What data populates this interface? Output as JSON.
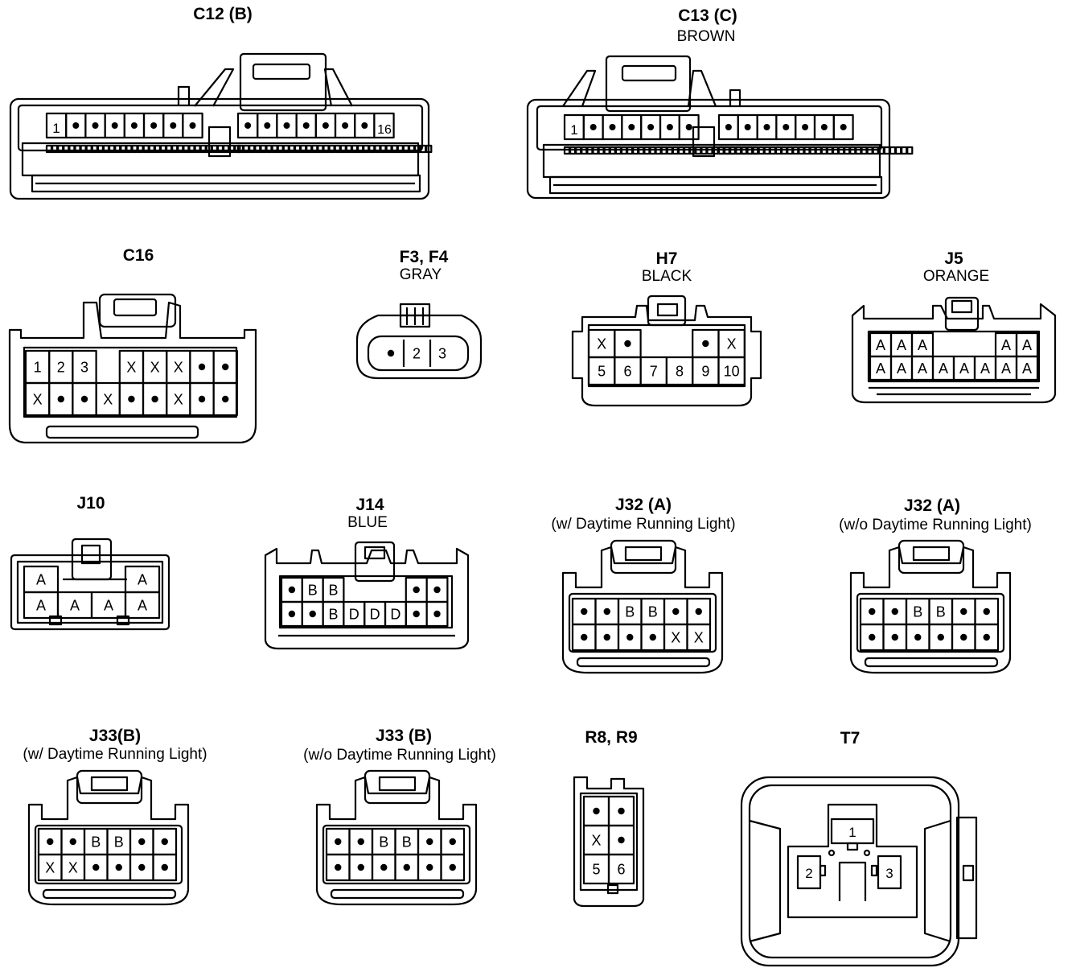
{
  "connectors": {
    "c12": {
      "title": "C12 (B)",
      "pin_first": "1",
      "pin_last": "16"
    },
    "c13": {
      "title": "C13 (C)",
      "color": "BROWN",
      "pin_first": "1"
    },
    "c16": {
      "title": "C16",
      "row1": [
        "1",
        "2",
        "3",
        "",
        "X",
        "X",
        "X",
        "•",
        "•"
      ],
      "row2": [
        "X",
        "•",
        "•",
        "X",
        "•",
        "•",
        "X",
        "•",
        "•"
      ]
    },
    "f3f4": {
      "title": "F3, F4",
      "color": "GRAY",
      "pins": [
        "•",
        "2",
        "3"
      ]
    },
    "h7": {
      "title": "H7",
      "color": "BLACK",
      "row1": [
        "X",
        "•",
        "",
        "",
        "•",
        "X"
      ],
      "row2": [
        "5",
        "6",
        "7",
        "8",
        "9",
        "10"
      ]
    },
    "j5": {
      "title": "J5",
      "color": "ORANGE",
      "row1": [
        "A",
        "A",
        "A",
        "",
        "",
        "",
        "A",
        "A"
      ],
      "row2": [
        "A",
        "A",
        "A",
        "A",
        "A",
        "A",
        "A",
        "A"
      ]
    },
    "j10": {
      "title": "J10",
      "row1": [
        "A",
        "",
        "",
        "A"
      ],
      "row2": [
        "A",
        "A",
        "A",
        "A"
      ]
    },
    "j14": {
      "title": "J14",
      "color": "BLUE",
      "row1": [
        "•",
        "B",
        "B",
        "",
        "",
        "",
        "•",
        "•"
      ],
      "row2": [
        "•",
        "•",
        "B",
        "D",
        "D",
        "D",
        "•",
        "•"
      ]
    },
    "j32a_w": {
      "title": "J32 (A)",
      "note": "(w/ Daytime Running Light)",
      "row1": [
        "•",
        "•",
        "B",
        "B",
        "•",
        "•"
      ],
      "row2": [
        "•",
        "•",
        "•",
        "•",
        "X",
        "X"
      ]
    },
    "j32a_wo": {
      "title": "J32 (A)",
      "note": "(w/o Daytime Running Light)",
      "row1": [
        "•",
        "•",
        "B",
        "B",
        "•",
        "•"
      ],
      "row2": [
        "•",
        "•",
        "•",
        "•",
        "•",
        "•"
      ]
    },
    "j33b_w": {
      "title": "J33(B)",
      "note": "(w/ Daytime Running Light)",
      "row1": [
        "•",
        "•",
        "B",
        "B",
        "•",
        "•"
      ],
      "row2": [
        "X",
        "X",
        "•",
        "•",
        "•",
        "•"
      ]
    },
    "j33b_wo": {
      "title": "J33 (B)",
      "note": "(w/o Daytime Running Light)",
      "row1": [
        "•",
        "•",
        "B",
        "B",
        "•",
        "•"
      ],
      "row2": [
        "•",
        "•",
        "•",
        "•",
        "•",
        "•"
      ]
    },
    "r8r9": {
      "title": "R8, R9",
      "rows": [
        [
          "•",
          "•"
        ],
        [
          "X",
          "•"
        ],
        [
          "5",
          "6"
        ]
      ]
    },
    "t7": {
      "title": "T7",
      "pins": [
        "1",
        "2",
        "3"
      ]
    }
  }
}
